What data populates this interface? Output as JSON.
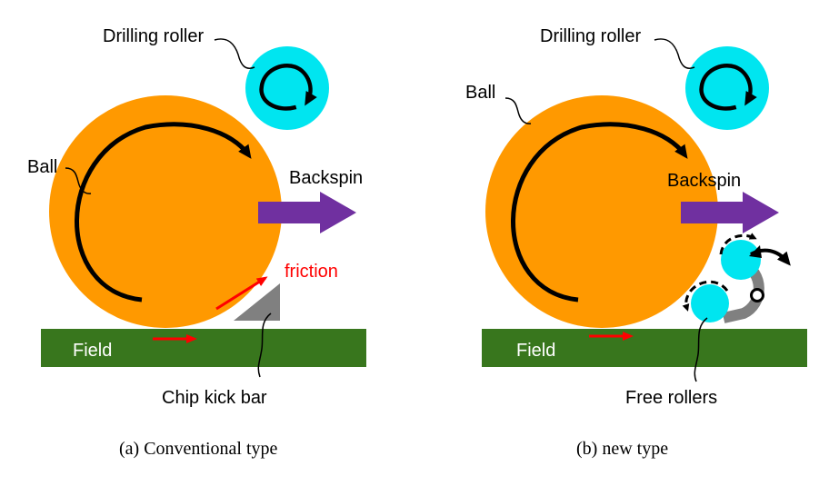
{
  "colors": {
    "ball": "#FF9900",
    "roller": "#00E5F0",
    "field": "#38761D",
    "backspin_arrow": "#7030A0",
    "red": "#FF0000",
    "chip_bar": "#808080",
    "ink": "#000000"
  },
  "panel_a": {
    "caption": "(a) Conventional type",
    "labels": {
      "drilling_roller": "Drilling roller",
      "ball": "Ball",
      "backspin": "Backspin",
      "friction": "friction",
      "field": "Field",
      "chip_kick_bar": "Chip kick bar"
    }
  },
  "panel_b": {
    "caption": "(b) new type",
    "labels": {
      "drilling_roller": "Drilling roller",
      "ball": "Ball",
      "backspin": "Backspin",
      "field": "Field",
      "free_rollers": "Free rollers"
    }
  }
}
